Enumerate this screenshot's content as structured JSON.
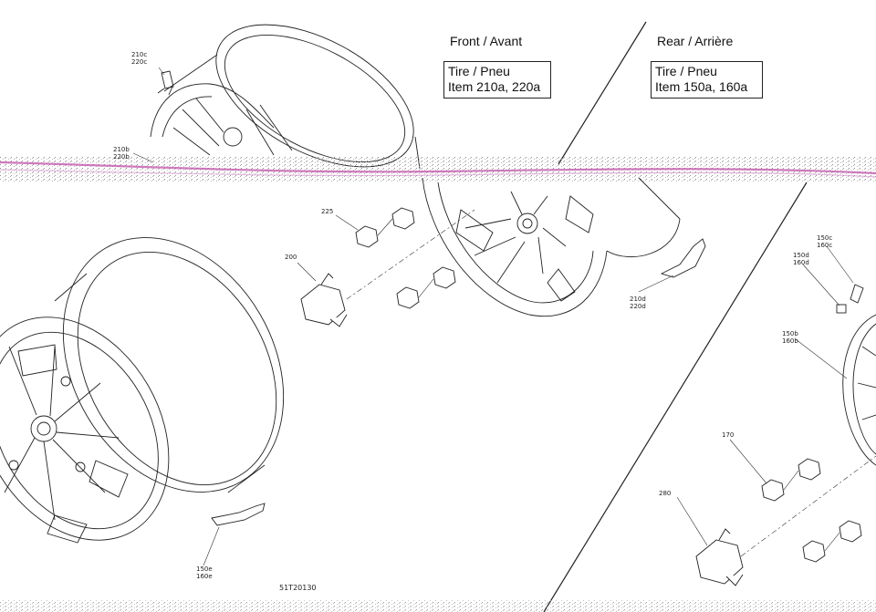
{
  "sections": {
    "front_header": "Front / Avant",
    "rear_header": "Rear / Arrière"
  },
  "boxes": {
    "front": {
      "line1": "Tire / Pneu",
      "line2": "Item 210a, 220a"
    },
    "rear": {
      "line1": "Tire / Pneu",
      "line2": "Item 150a, 160a"
    }
  },
  "callouts": {
    "c210c": [
      "210c",
      "220c"
    ],
    "c210b": [
      "210b",
      "220b"
    ],
    "c225": [
      "225"
    ],
    "c200": [
      "200"
    ],
    "c210d": [
      "210d",
      "220d"
    ],
    "c150c": [
      "150c",
      "160c"
    ],
    "c150d": [
      "150d",
      "160d"
    ],
    "c150b": [
      "150b",
      "160b"
    ],
    "c170": [
      "170"
    ],
    "c280": [
      "280"
    ],
    "c150e": [
      "150e",
      "160e"
    ]
  },
  "drawing_ref": "51T20130",
  "colors": {
    "line": "#222222",
    "scan_streak": "#c050a8"
  }
}
